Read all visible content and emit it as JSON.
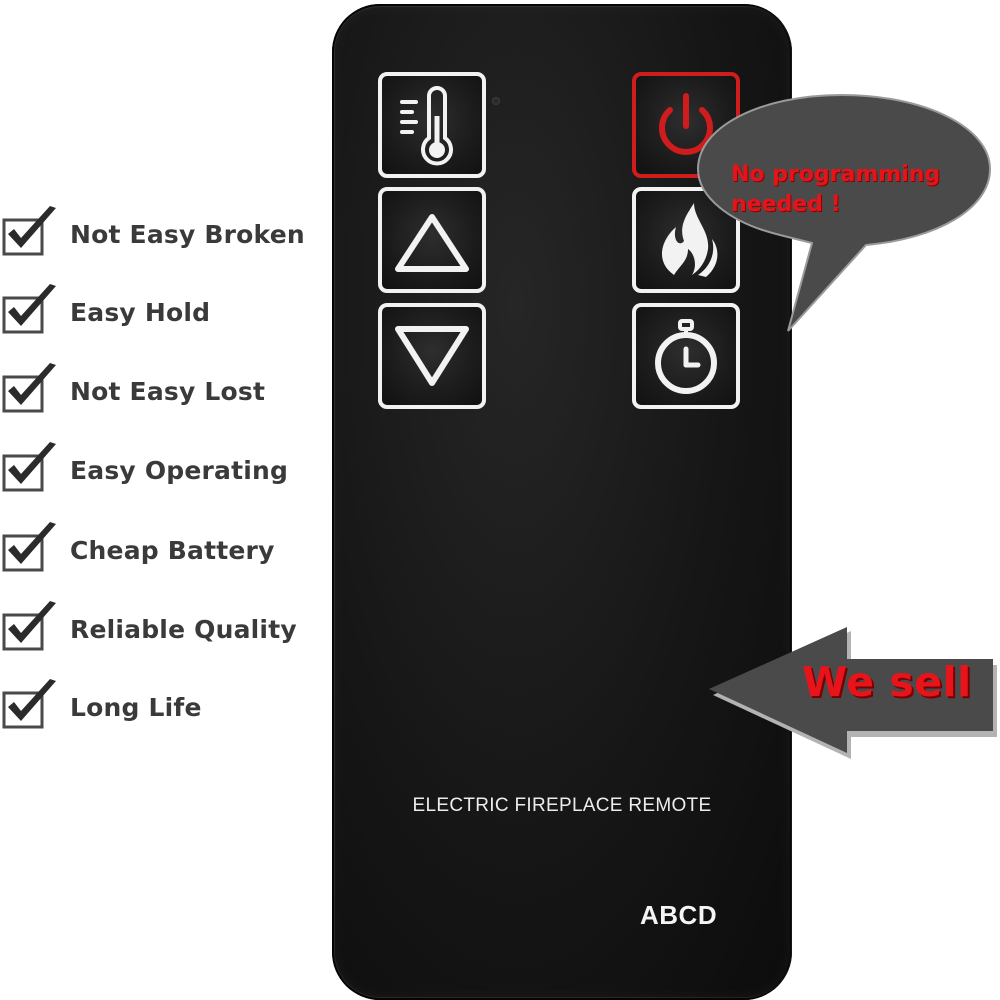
{
  "features": [
    {
      "label": "Not Easy Broken",
      "icon": "checkmark-icon"
    },
    {
      "label": "Easy Hold",
      "icon": "checkmark-icon"
    },
    {
      "label": "Not Easy Lost",
      "icon": "checkmark-icon"
    },
    {
      "label": "Easy Operating",
      "icon": "checkmark-icon"
    },
    {
      "label": "Cheap Battery",
      "icon": "checkmark-icon"
    },
    {
      "label": "Reliable Quality",
      "icon": "checkmark-icon"
    },
    {
      "label": "Long Life",
      "icon": "checkmark-icon"
    }
  ],
  "remote": {
    "label": "ELECTRIC FIREPLACE REMOTE",
    "brand": "ABCD",
    "buttons": {
      "temperature": "thermometer-icon",
      "up": "triangle-up-icon",
      "down": "triangle-down-icon",
      "power": "power-icon",
      "flame": "flame-icon",
      "timer": "timer-icon"
    },
    "power_accent": "#cf1c1c"
  },
  "callouts": {
    "bubble_text": "No programming needed !",
    "arrow_text": "We sell",
    "text_color": "#e4141b",
    "shape_color": "#4a4a4a"
  },
  "colors": {
    "feature_text": "#3a3a3a",
    "checkmark": "#2b2b2b",
    "remote_body": "#161616"
  }
}
